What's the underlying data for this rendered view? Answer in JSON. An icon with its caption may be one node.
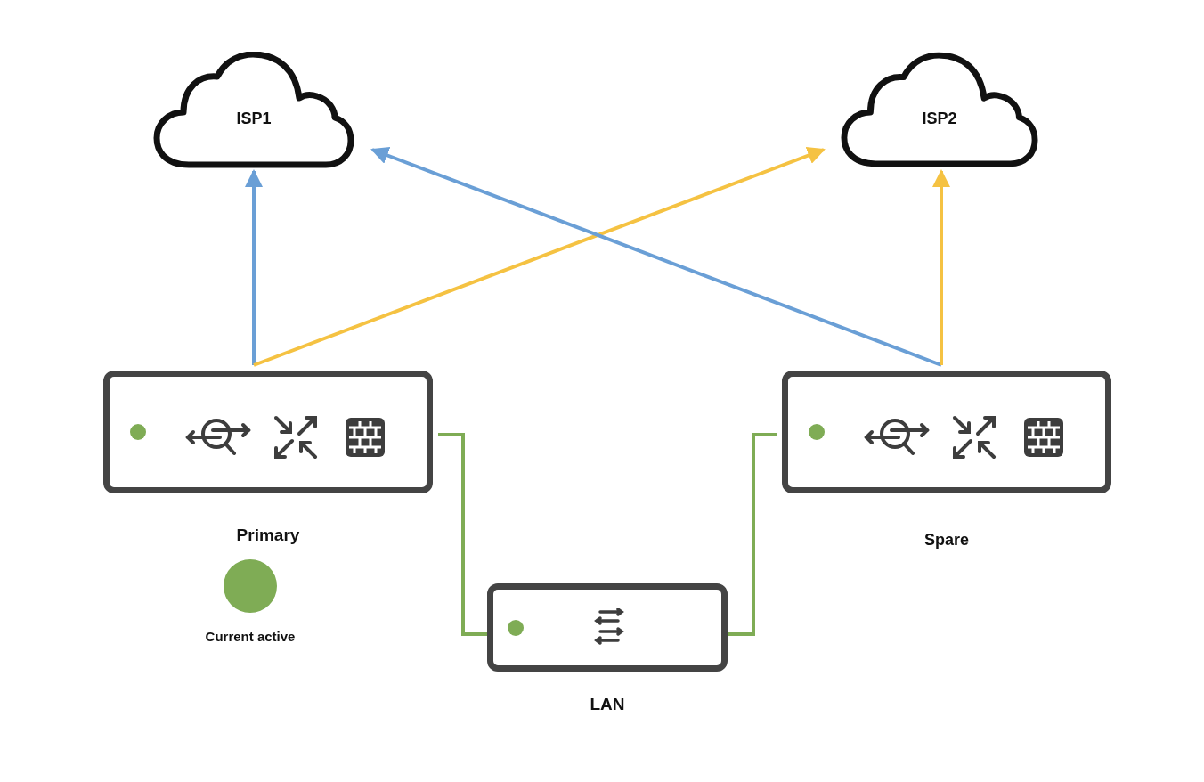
{
  "diagram": {
    "nodes": [
      {
        "text": [
          "ISP1"
        ]
      },
      {
        "text": [
          "ISP2"
        ]
      },
      {
        "text": [
          "Primary"
        ]
      },
      {
        "text": [
          "Spare"
        ]
      },
      {
        "text": [
          "LAN"
        ]
      }
    ],
    "edges": [
      {
        "from": 2,
        "to": 0,
        "arrow": "to",
        "color": "#6a9fd6"
      },
      {
        "from": 2,
        "to": 1,
        "arrow": "to",
        "color": "#f5c242"
      },
      {
        "from": 3,
        "to": 0,
        "arrow": "to",
        "color": "#6a9fd6"
      },
      {
        "from": 3,
        "to": 1,
        "arrow": "to",
        "color": "#f5c242"
      },
      {
        "from": 2,
        "to": 4,
        "arrow": "none",
        "color": "#7fac55"
      },
      {
        "from": 3,
        "to": 4,
        "arrow": "none",
        "color": "#7fac55"
      }
    ],
    "legend": [
      {
        "text": "Current active",
        "color": "#7fac55"
      }
    ]
  }
}
